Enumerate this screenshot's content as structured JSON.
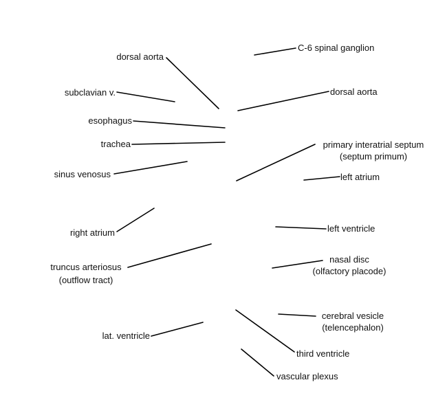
{
  "colors": {
    "background": "#ffffff",
    "text": "#111111",
    "leader_line": "#000000"
  },
  "labels": {
    "c6_spinal_ganglion": "C-6 spinal ganglion",
    "dorsal_aorta_left": "dorsal aorta",
    "dorsal_aorta_right": "dorsal aorta",
    "subclavian_v": "subclavian v.",
    "esophagus": "esophagus",
    "trachea": "trachea",
    "primary_interatrial_septum": "primary interatrial septum",
    "septum_primum": "(septum primum)",
    "sinus_venosus": "sinus venosus",
    "left_atrium": "left atrium",
    "right_atrium": "right atrium",
    "left_ventricle": "left ventricle",
    "truncus_arteriosus": "truncus arteriosus",
    "outflow_tract": "(outflow tract)",
    "nasal_disc": "nasal disc",
    "olfactory_placode": "(olfactory placode)",
    "cerebral_vesicle": "cerebral vesicle",
    "telencephalon": "(telencephalon)",
    "lat_ventricle": "lat. ventricle",
    "third_ventricle": "third ventricle",
    "vascular_plexus": "vascular plexus"
  }
}
